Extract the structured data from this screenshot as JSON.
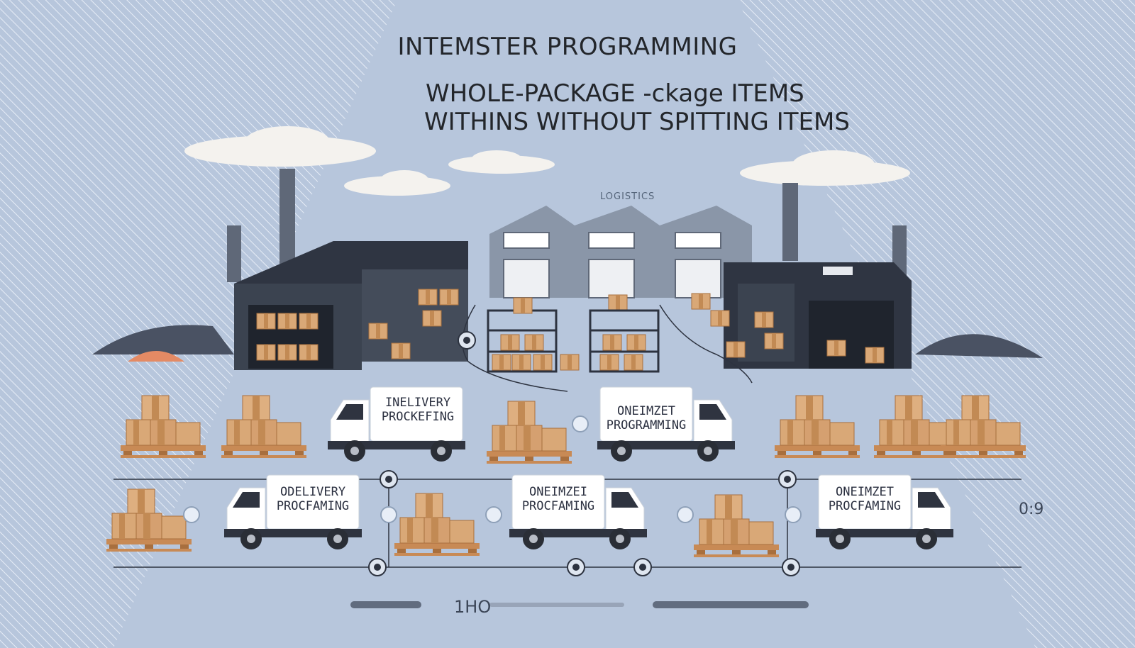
{
  "title": "INTEMSTER PROGRAMMING",
  "subtitle_line1": "WHOLE-PACKAGE -ckage ITEMS",
  "subtitle_line2": "WITHINS WITHOUT SPITTING ITEMS",
  "warehouse_sign": "LOGISTICS",
  "trucks": [
    {
      "line1": "INELIVERY",
      "line2": "PROCKEFING"
    },
    {
      "line1": "ONEIMZET",
      "line2": "PROGRAMMING"
    },
    {
      "line1": "ODELIVERY",
      "line2": "PROCFAMING"
    },
    {
      "line1": "ONEIMZEI",
      "line2": "PROCFAMING"
    },
    {
      "line1": "ONEIMZET",
      "line2": "PROCFAMING"
    }
  ],
  "corner_label": "0:9",
  "bottom_label": "1HO",
  "colors": {
    "background": "#b7c6dc",
    "warehouse_dark": "#3b4350",
    "warehouse_grey": "#8a96a8",
    "box": "#d9a877",
    "pallet": "#c88a55",
    "truck_body": "#ffffff",
    "cloud": "#f4f2ee"
  }
}
